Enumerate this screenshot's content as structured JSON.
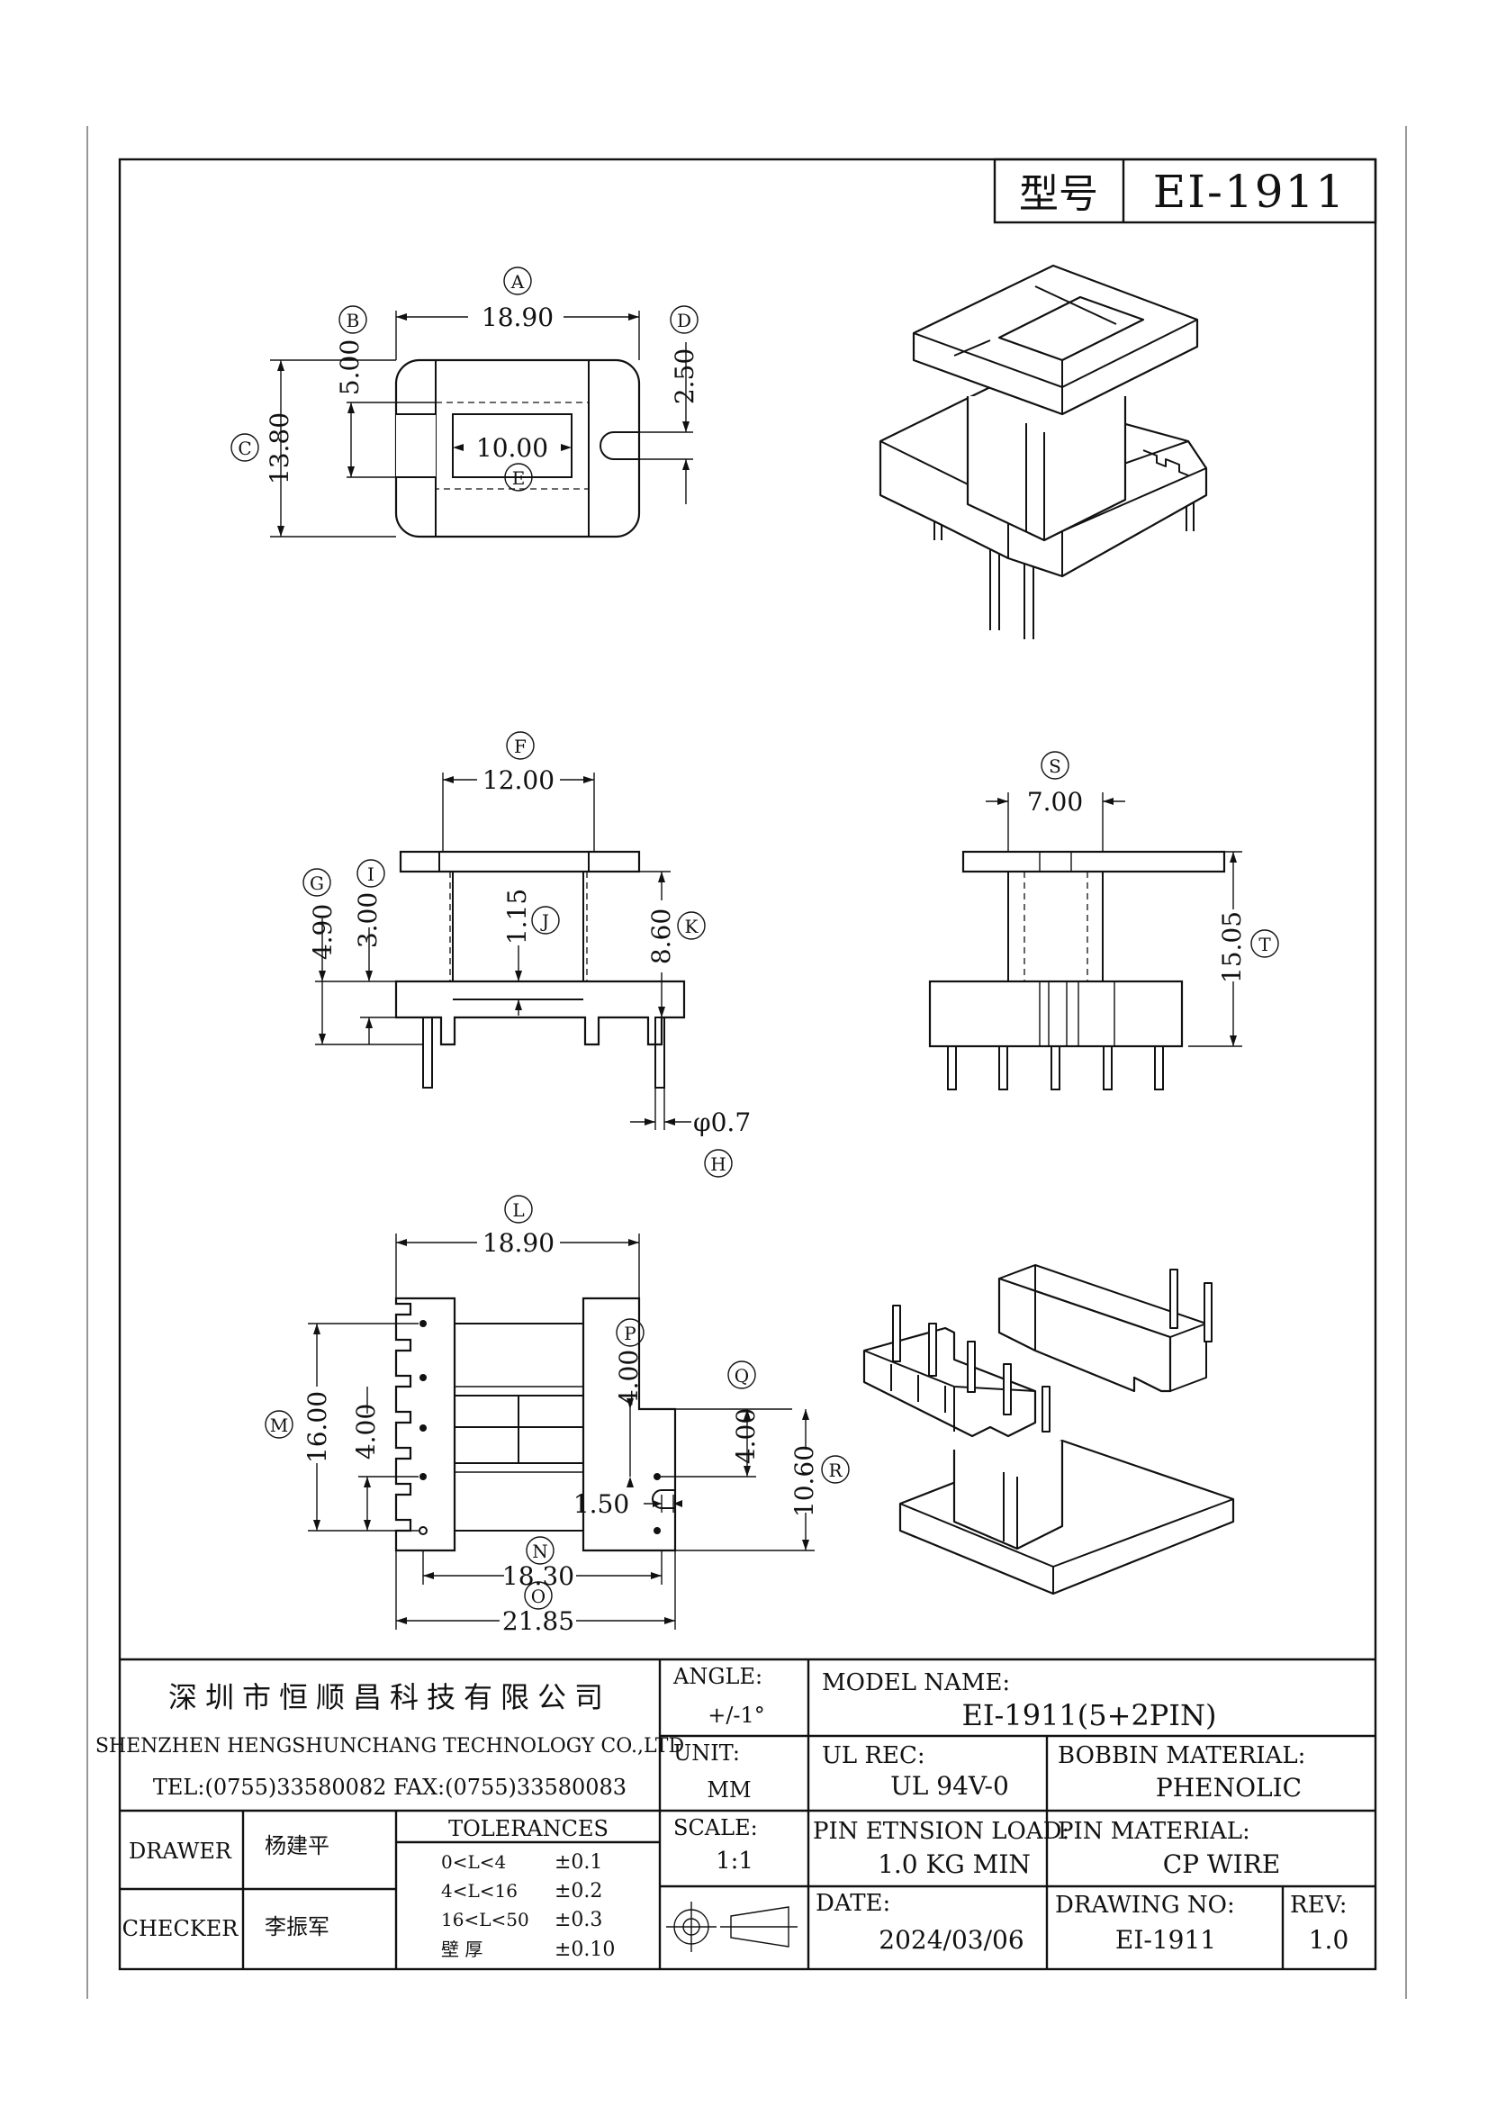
{
  "title_block": {
    "label_model": "型号",
    "model_code": "EI-1911"
  },
  "dimensions": {
    "top_view": {
      "A_letter": "A",
      "A": "18.90",
      "B_letter": "B",
      "B": "5.00",
      "C_letter": "C",
      "C": "13.80",
      "D_letter": "D",
      "D": "2.50",
      "E_letter": "E",
      "E": "10.00"
    },
    "front_view": {
      "F_letter": "F",
      "F": "12.00",
      "G_letter": "G",
      "G": "4.90",
      "I_letter": "I",
      "I": "3.00",
      "J_letter": "J",
      "J": "1.15",
      "K_letter": "K",
      "K": "8.60",
      "H_letter": "H",
      "H": "φ0.7"
    },
    "side_view": {
      "S_letter": "S",
      "S": "7.00",
      "T_letter": "T",
      "T": "15.05"
    },
    "bottom_view": {
      "L_letter": "L",
      "L": "18.90",
      "M_letter": "M",
      "M": "16.00",
      "M_inner": "4.00",
      "P_letter": "P",
      "P": "4.00",
      "Q_letter": "Q",
      "Q": "4.00",
      "R_letter": "R",
      "R": "10.60",
      "pin_gap": "1.50",
      "N_letter": "N",
      "N": "18.30",
      "O_letter": "O",
      "O": "21.85"
    }
  },
  "company": {
    "name_cn": "深圳市恒顺昌科技有限公司",
    "name_en": "SHENZHEN HENGSHUNCHANG TECHNOLOGY CO.,LTD",
    "contact": "TEL:(0755)33580082 FAX:(0755)33580083"
  },
  "angle": {
    "label": "ANGLE:",
    "value": "+/-1°"
  },
  "unit": {
    "label": "UNIT:",
    "value": "MM"
  },
  "scale": {
    "label": "SCALE:",
    "value": "1:1"
  },
  "model_name": {
    "label": "MODEL NAME:",
    "value": "EI-1911(5+2PIN)"
  },
  "ul_rec": {
    "label": "UL REC:",
    "value": "UL 94V-0"
  },
  "bobbin_material": {
    "label": "BOBBIN MATERIAL:",
    "value": "PHENOLIC"
  },
  "pin_tension": {
    "label": "PIN ETNSION LOAD:",
    "value": "1.0 KG MIN"
  },
  "pin_material": {
    "label": "PIN MATERIAL:",
    "value": "CP WIRE"
  },
  "date": {
    "label": "DATE:",
    "value": "2024/03/06"
  },
  "drawing_no": {
    "label": "DRAWING NO:",
    "value": "EI-1911"
  },
  "rev": {
    "label": "REV:",
    "value": "1.0"
  },
  "drawer": {
    "label": "DRAWER",
    "name": "杨建平"
  },
  "checker": {
    "label": "CHECKER",
    "name": "李振军"
  },
  "tolerances": {
    "header": "TOLERANCES",
    "rows": [
      {
        "range": "0<L<4",
        "value": "±0.1"
      },
      {
        "range": "4<L<16",
        "value": "±0.2"
      },
      {
        "range": "16<L<50",
        "value": "±0.3"
      },
      {
        "range": "壁  厚",
        "value": "±0.10"
      }
    ]
  }
}
